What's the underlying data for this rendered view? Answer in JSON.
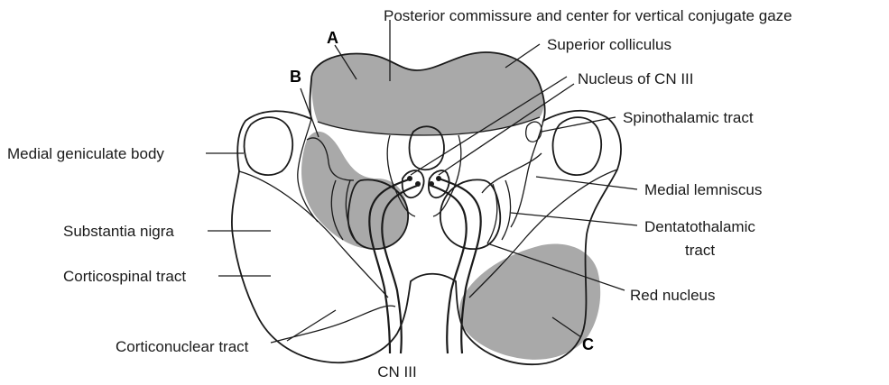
{
  "labels": {
    "posterior_commissure": "Posterior commissure and center for vertical conjugate gaze",
    "superior_colliculus": "Superior colliculus",
    "nucleus_cn3": "Nucleus of CN III",
    "spinothalamic": "Spinothalamic tract",
    "medial_geniculate": "Medial geniculate body",
    "medial_lemniscus": "Medial lemniscus",
    "substantia_nigra": "Substantia nigra",
    "dentatothalamic_1": "Dentatothalamic",
    "dentatothalamic_2": "tract",
    "corticospinal": "Corticospinal tract",
    "red_nucleus": "Red nucleus",
    "corticonuclear": "Corticonuclear tract",
    "cn3": "CN III",
    "letter_a": "A",
    "letter_b": "B",
    "letter_c": "C"
  },
  "colors": {
    "lesion_shading": "#a9a9a9",
    "outline": "#1a1a1a"
  }
}
